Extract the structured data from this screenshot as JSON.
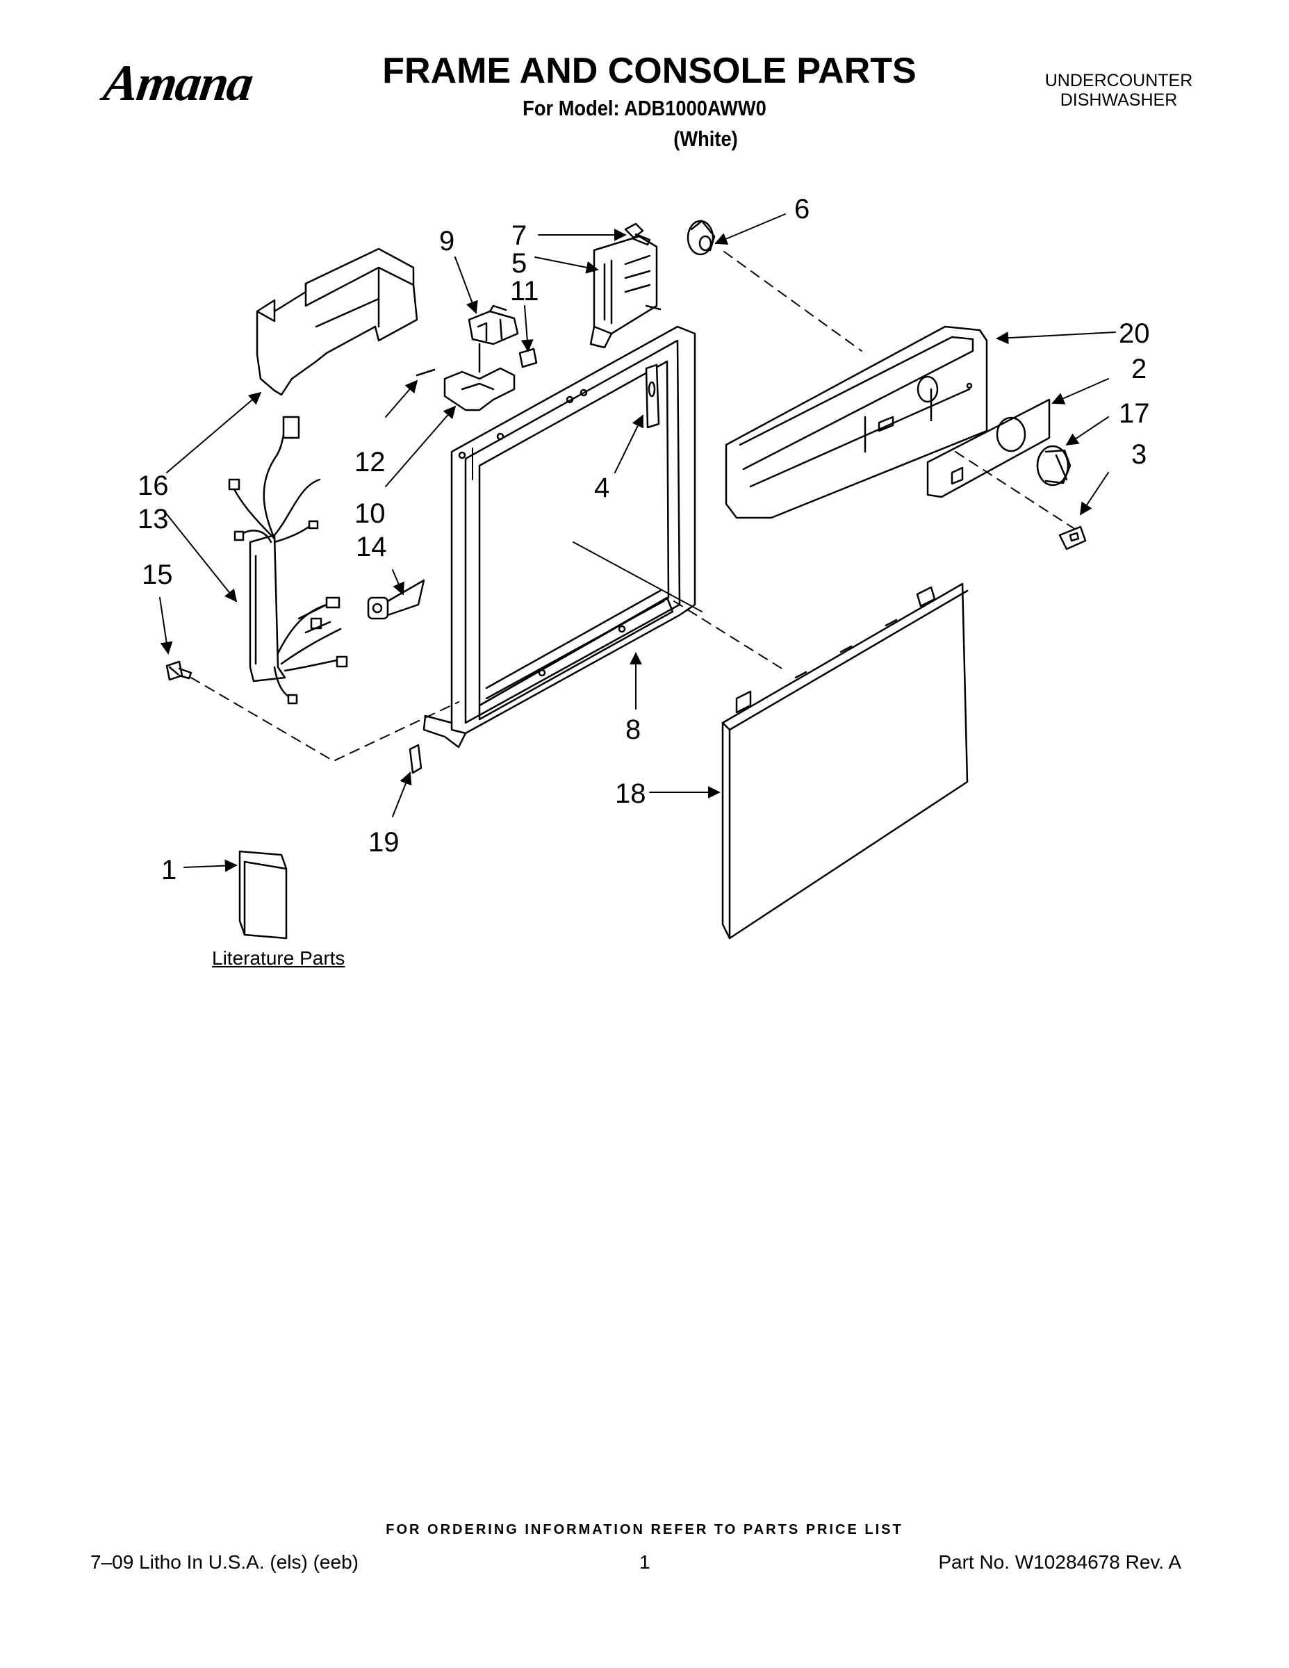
{
  "header": {
    "brand": "Amana",
    "title": "FRAME AND CONSOLE PARTS",
    "model_line": "For Model: ADB1000AWW0",
    "color_line": "(White)",
    "product_type_1": "UNDERCOUNTER",
    "product_type_2": "DISHWASHER"
  },
  "callouts": {
    "c1": "1",
    "c2": "2",
    "c3": "3",
    "c4": "4",
    "c5": "5",
    "c6": "6",
    "c7": "7",
    "c8": "8",
    "c9": "9",
    "c10": "10",
    "c11": "11",
    "c12": "12",
    "c13": "13",
    "c14": "14",
    "c15": "15",
    "c16": "16",
    "c17": "17",
    "c18": "18",
    "c19": "19",
    "c20": "20"
  },
  "literature_label": "Literature Parts",
  "footer": {
    "order_note": "FOR ORDERING INFORMATION REFER TO PARTS PRICE LIST",
    "left": "7–09 Litho In U.S.A. (els) (eeb)",
    "page": "1",
    "right": "Part No. W10284678 Rev. A"
  }
}
